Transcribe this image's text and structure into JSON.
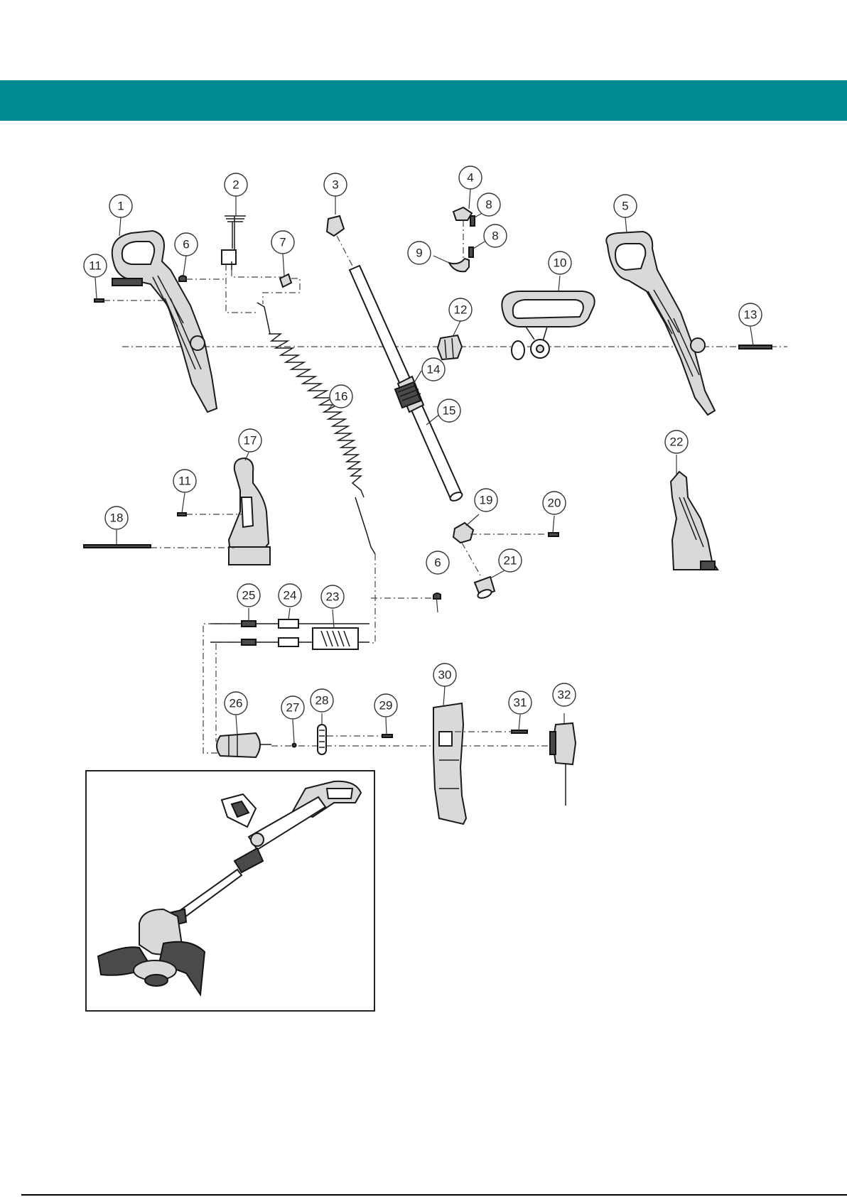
{
  "header": {
    "color": "#008b94"
  },
  "callouts": [
    {
      "id": "1",
      "label": "1"
    },
    {
      "id": "2",
      "label": "2"
    },
    {
      "id": "3",
      "label": "3"
    },
    {
      "id": "4",
      "label": "4"
    },
    {
      "id": "5",
      "label": "5"
    },
    {
      "id": "6a",
      "label": "6"
    },
    {
      "id": "6b",
      "label": "6"
    },
    {
      "id": "7",
      "label": "7"
    },
    {
      "id": "8a",
      "label": "8"
    },
    {
      "id": "8b",
      "label": "8"
    },
    {
      "id": "9",
      "label": "9"
    },
    {
      "id": "10",
      "label": "10"
    },
    {
      "id": "11a",
      "label": "11"
    },
    {
      "id": "11b",
      "label": "11"
    },
    {
      "id": "12",
      "label": "12"
    },
    {
      "id": "13",
      "label": "13"
    },
    {
      "id": "14",
      "label": "14"
    },
    {
      "id": "15",
      "label": "15"
    },
    {
      "id": "16",
      "label": "16"
    },
    {
      "id": "17",
      "label": "17"
    },
    {
      "id": "18",
      "label": "18"
    },
    {
      "id": "19",
      "label": "19"
    },
    {
      "id": "20",
      "label": "20"
    },
    {
      "id": "21",
      "label": "21"
    },
    {
      "id": "22",
      "label": "22"
    },
    {
      "id": "23",
      "label": "23"
    },
    {
      "id": "24",
      "label": "24"
    },
    {
      "id": "25",
      "label": "25"
    },
    {
      "id": "26",
      "label": "26"
    },
    {
      "id": "27",
      "label": "27"
    },
    {
      "id": "28",
      "label": "28"
    },
    {
      "id": "29",
      "label": "29"
    },
    {
      "id": "30",
      "label": "30"
    },
    {
      "id": "31",
      "label": "31"
    },
    {
      "id": "32",
      "label": "32"
    }
  ]
}
